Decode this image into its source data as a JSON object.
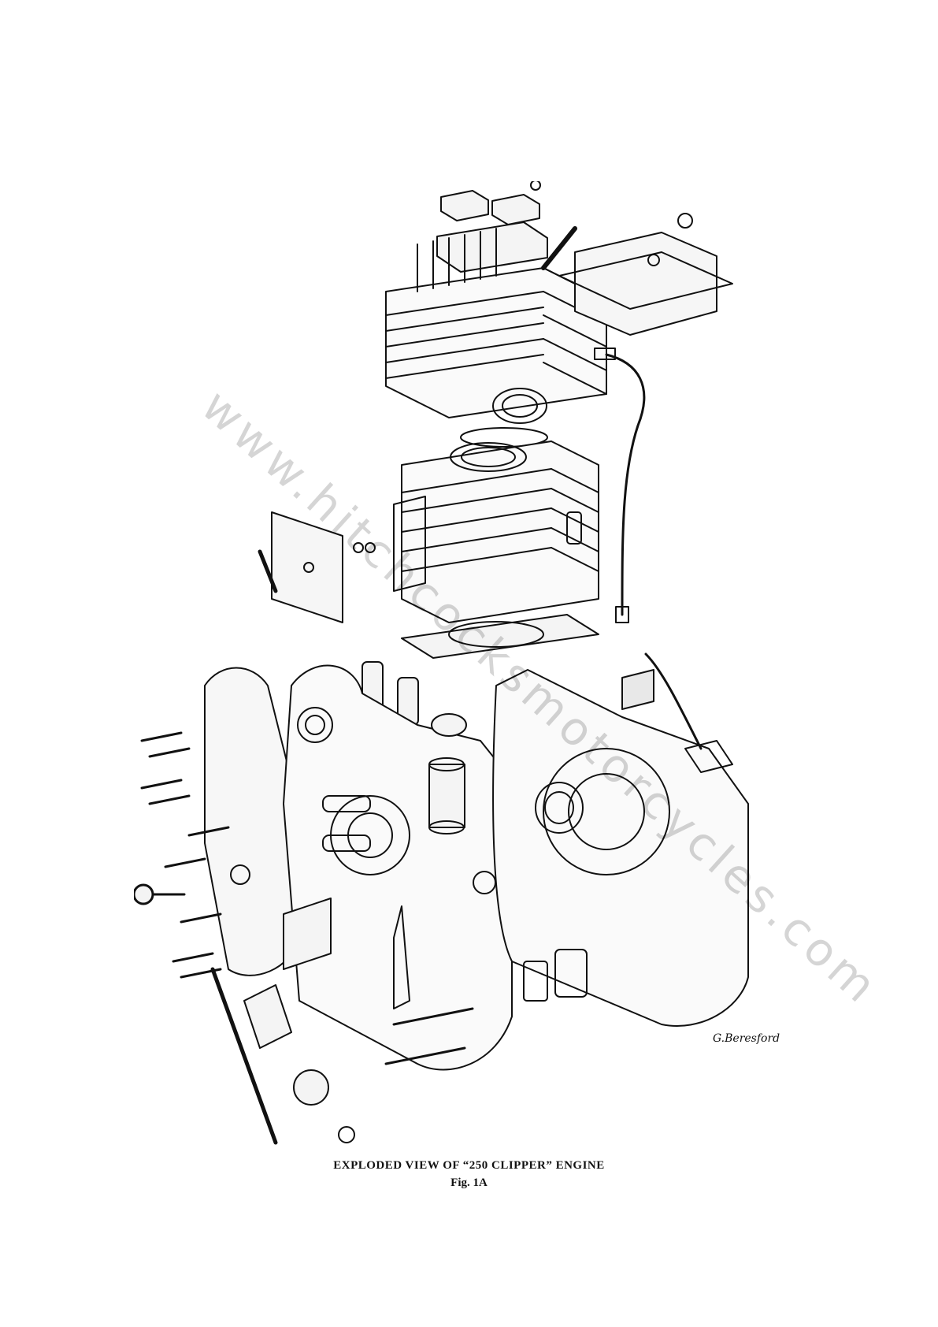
{
  "caption": {
    "title": "EXPLODED VIEW OF “250 CLIPPER” ENGINE",
    "figure": "Fig. 1A"
  },
  "watermark": {
    "text": "www.hitchcocksmotorcycles.com"
  },
  "signature": {
    "text": "G.Beresford"
  },
  "colors": {
    "ink": "#111111",
    "paper": "#ffffff"
  }
}
